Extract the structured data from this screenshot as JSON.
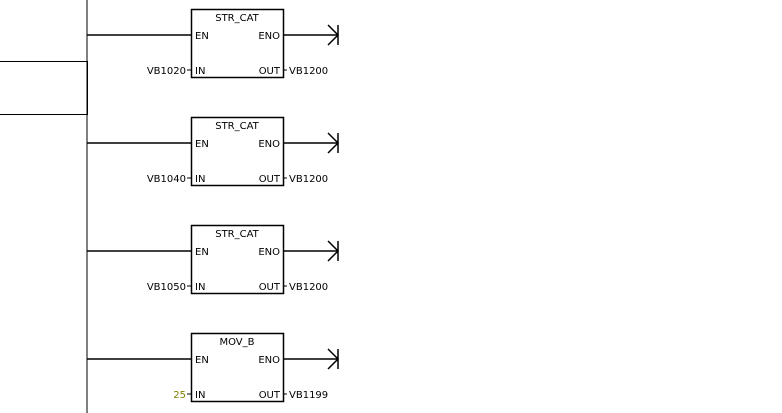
{
  "blocks": [
    {
      "name": "STR_CAT",
      "pin_en": "EN",
      "pin_eno": "ENO",
      "pin_in": "IN",
      "pin_out": "OUT",
      "in_operand": "VB1020",
      "out_operand": "VB1200",
      "in_is_constant": false
    },
    {
      "name": "STR_CAT",
      "pin_en": "EN",
      "pin_eno": "ENO",
      "pin_in": "IN",
      "pin_out": "OUT",
      "in_operand": "VB1040",
      "out_operand": "VB1200",
      "in_is_constant": false
    },
    {
      "name": "STR_CAT",
      "pin_en": "EN",
      "pin_eno": "ENO",
      "pin_in": "IN",
      "pin_out": "OUT",
      "in_operand": "VB1050",
      "out_operand": "VB1200",
      "in_is_constant": false
    },
    {
      "name": "MOV_B",
      "pin_en": "EN",
      "pin_eno": "ENO",
      "pin_in": "IN",
      "pin_out": "OUT",
      "in_operand": "25",
      "out_operand": "VB1199",
      "in_is_constant": true
    }
  ],
  "colors": {
    "line": "#000000",
    "background": "#ffffff",
    "constant_operand": "#808000"
  }
}
